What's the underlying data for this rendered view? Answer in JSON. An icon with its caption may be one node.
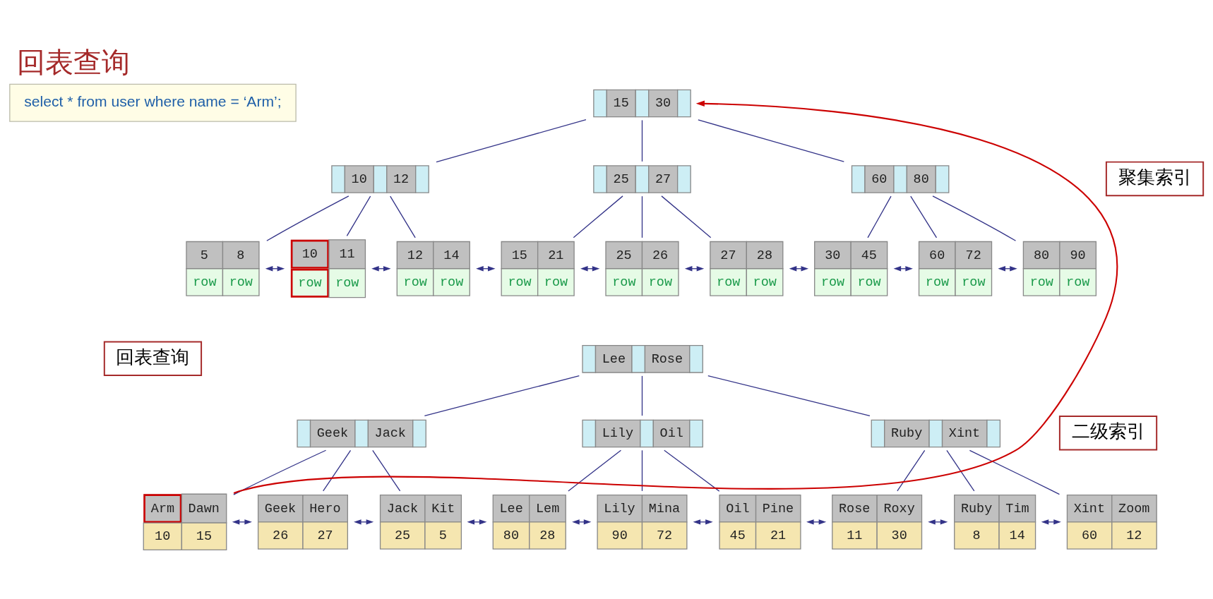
{
  "diagram": {
    "title": "回表查询",
    "nodes": [
      {
        "text": [
          "select * from user where name = ‘Arm’;"
        ]
      },
      {
        "text": [
          "聚集索引"
        ]
      },
      {
        "text": [
          "回表查询"
        ]
      },
      {
        "text": [
          "二级索引"
        ]
      },
      {
        "text": [
          "15",
          "30"
        ]
      },
      {
        "text": [
          "10",
          "12"
        ]
      },
      {
        "text": [
          "25",
          "27"
        ]
      },
      {
        "text": [
          "60",
          "80"
        ]
      },
      {
        "text": [
          "5",
          "8",
          "row",
          "row"
        ]
      },
      {
        "text": [
          "10",
          "11",
          "row",
          "row"
        ]
      },
      {
        "text": [
          "12",
          "14",
          "row",
          "row"
        ]
      },
      {
        "text": [
          "15",
          "21",
          "row",
          "row"
        ]
      },
      {
        "text": [
          "25",
          "26",
          "row",
          "row"
        ]
      },
      {
        "text": [
          "27",
          "28",
          "row",
          "row"
        ]
      },
      {
        "text": [
          "30",
          "45",
          "row",
          "row"
        ]
      },
      {
        "text": [
          "60",
          "72",
          "row",
          "row"
        ]
      },
      {
        "text": [
          "80",
          "90",
          "row",
          "row"
        ]
      },
      {
        "text": [
          "Lee",
          "Rose"
        ]
      },
      {
        "text": [
          "Geek",
          "Jack"
        ]
      },
      {
        "text": [
          "Lily",
          "Oil"
        ]
      },
      {
        "text": [
          "Ruby",
          "Xint"
        ]
      },
      {
        "text": [
          "Arm",
          "Dawn",
          "10",
          "15"
        ]
      },
      {
        "text": [
          "Geek",
          "Hero",
          "26",
          "27"
        ]
      },
      {
        "text": [
          "Jack",
          "Kit",
          "25",
          "5"
        ]
      },
      {
        "text": [
          "Lee",
          "Lem",
          "80",
          "28"
        ]
      },
      {
        "text": [
          "Lily",
          "Mina",
          "90",
          "72"
        ]
      },
      {
        "text": [
          "Oil",
          "Pine",
          "45",
          "21"
        ]
      },
      {
        "text": [
          "Rose",
          "Roxy",
          "11",
          "30"
        ]
      },
      {
        "text": [
          "Ruby",
          "Tim",
          "8",
          "14"
        ]
      },
      {
        "text": [
          "Xint",
          "Zoom",
          "60",
          "12"
        ]
      }
    ],
    "edges": [
      {
        "from": 4,
        "to": 5,
        "arrow": "none"
      },
      {
        "from": 4,
        "to": 6,
        "arrow": "none"
      },
      {
        "from": 4,
        "to": 7,
        "arrow": "none"
      },
      {
        "from": 5,
        "to": 8,
        "arrow": "none"
      },
      {
        "from": 5,
        "to": 9,
        "arrow": "none"
      },
      {
        "from": 5,
        "to": 10,
        "arrow": "none"
      },
      {
        "from": 6,
        "to": 11,
        "arrow": "none"
      },
      {
        "from": 6,
        "to": 12,
        "arrow": "none"
      },
      {
        "from": 6,
        "to": 13,
        "arrow": "none"
      },
      {
        "from": 7,
        "to": 14,
        "arrow": "none"
      },
      {
        "from": 7,
        "to": 15,
        "arrow": "none"
      },
      {
        "from": 7,
        "to": 16,
        "arrow": "none"
      },
      {
        "from": 8,
        "to": 9,
        "arrow": "both"
      },
      {
        "from": 9,
        "to": 10,
        "arrow": "both"
      },
      {
        "from": 10,
        "to": 11,
        "arrow": "both"
      },
      {
        "from": 11,
        "to": 12,
        "arrow": "both"
      },
      {
        "from": 12,
        "to": 13,
        "arrow": "both"
      },
      {
        "from": 13,
        "to": 14,
        "arrow": "both"
      },
      {
        "from": 14,
        "to": 15,
        "arrow": "both"
      },
      {
        "from": 15,
        "to": 16,
        "arrow": "both"
      },
      {
        "from": 17,
        "to": 18,
        "arrow": "none"
      },
      {
        "from": 17,
        "to": 19,
        "arrow": "none"
      },
      {
        "from": 17,
        "to": 20,
        "arrow": "none"
      },
      {
        "from": 18,
        "to": 21,
        "arrow": "none"
      },
      {
        "from": 18,
        "to": 22,
        "arrow": "none"
      },
      {
        "from": 18,
        "to": 23,
        "arrow": "none"
      },
      {
        "from": 19,
        "to": 24,
        "arrow": "none"
      },
      {
        "from": 19,
        "to": 25,
        "arrow": "none"
      },
      {
        "from": 19,
        "to": 26,
        "arrow": "none"
      },
      {
        "from": 20,
        "to": 27,
        "arrow": "none"
      },
      {
        "from": 20,
        "to": 28,
        "arrow": "none"
      },
      {
        "from": 20,
        "to": 29,
        "arrow": "none"
      },
      {
        "from": 21,
        "to": 22,
        "arrow": "both"
      },
      {
        "from": 22,
        "to": 23,
        "arrow": "both"
      },
      {
        "from": 23,
        "to": 24,
        "arrow": "both"
      },
      {
        "from": 24,
        "to": 25,
        "arrow": "both"
      },
      {
        "from": 25,
        "to": 26,
        "arrow": "both"
      },
      {
        "from": 26,
        "to": 27,
        "arrow": "both"
      },
      {
        "from": 27,
        "to": 28,
        "arrow": "both"
      },
      {
        "from": 28,
        "to": 29,
        "arrow": "both"
      },
      {
        "from": 21,
        "to": 4,
        "arrow": "to",
        "color": "#cc0000"
      }
    ]
  }
}
